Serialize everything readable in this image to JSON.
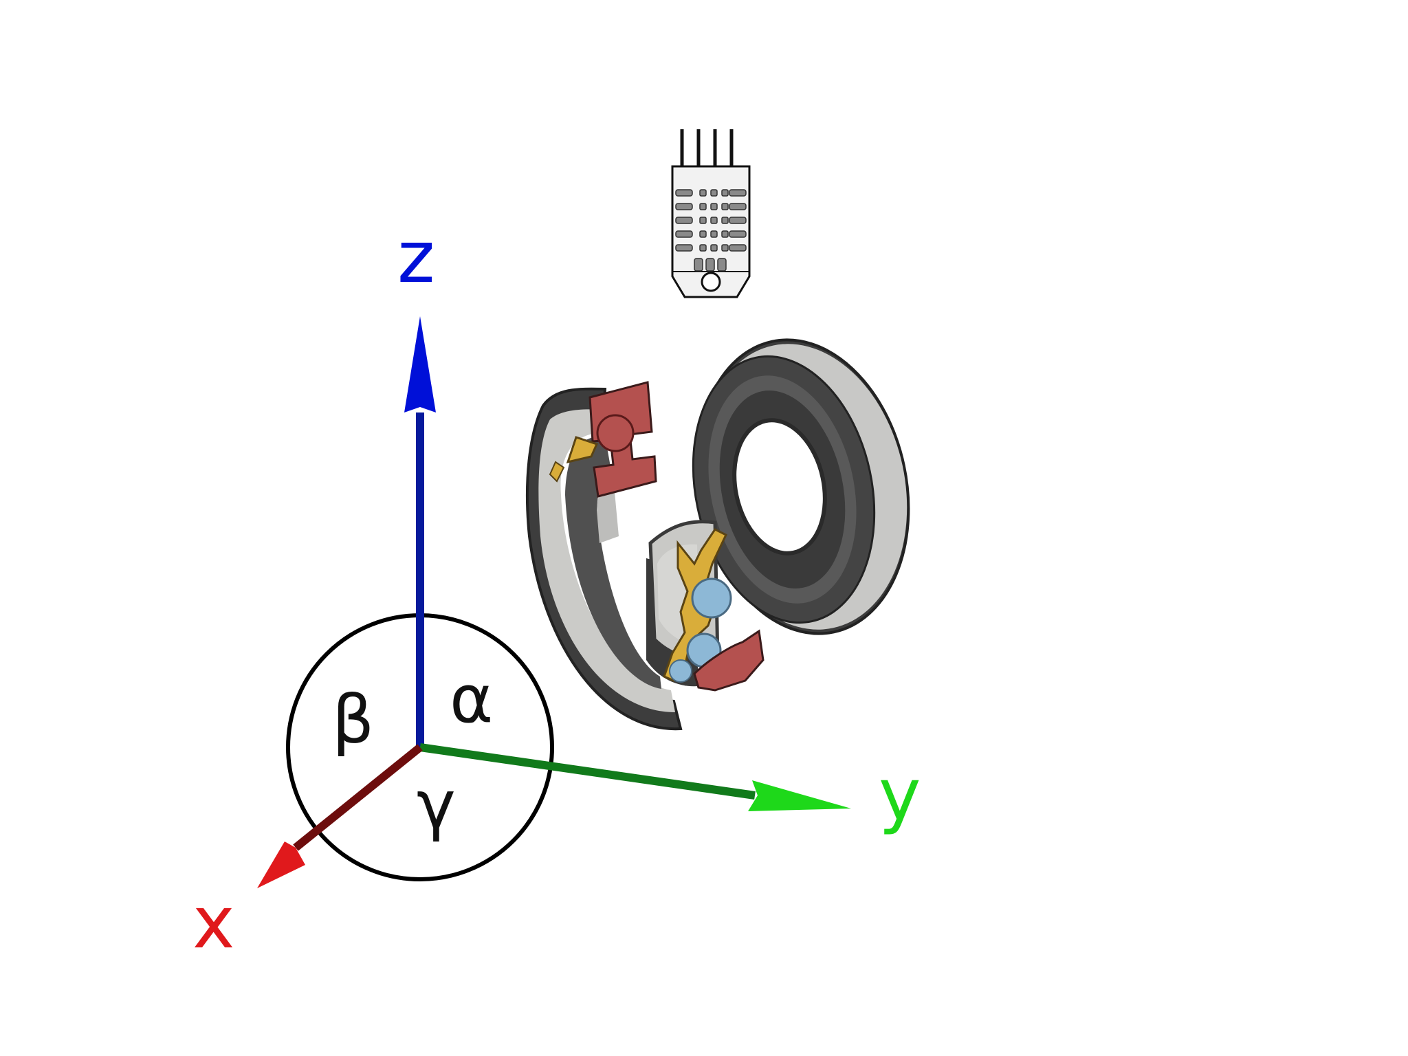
{
  "axes": {
    "z": {
      "label": "z",
      "color": "#0010d8"
    },
    "y": {
      "label": "y",
      "color": "#1ed81a"
    },
    "x": {
      "label": "x",
      "color": "#e0191c"
    }
  },
  "angles": {
    "alpha": "α",
    "beta": "β",
    "gamma": "γ"
  },
  "colors": {
    "z_shaft": "#061a9c",
    "y_shaft": "#117a1b",
    "x_shaft": "#6d0d0d",
    "bearing_steel": "#bfbfbf",
    "bearing_dark": "#404040",
    "bearing_seal": "#b4514f",
    "bearing_cage": "#d9ad3a",
    "bearing_ball": "#8db8d6"
  },
  "icons": {
    "sensor": "sensor-module-icon",
    "bearing": "ball-bearing-icon"
  }
}
